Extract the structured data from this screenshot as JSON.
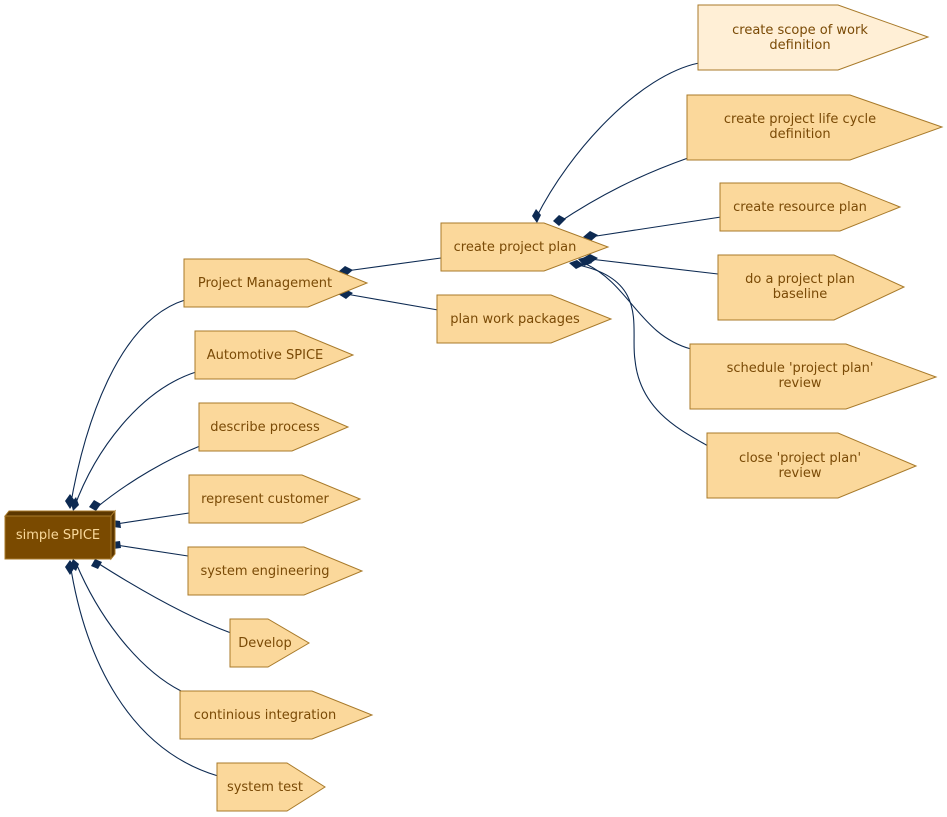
{
  "diagram": {
    "root": {
      "label": "simple SPICE",
      "fill": "#7a4a00",
      "text_color": "#f9d89a"
    },
    "node_fill": "#fbd89b",
    "highlight_fill": "#ffefd6",
    "node_stroke": "#a87a2a",
    "text_color": "#7a4a06",
    "edge_color": "#0d2a52",
    "nodes": {
      "project_management": "Project Management",
      "automotive_spice": "Automotive SPICE",
      "describe_process": "describe process",
      "represent_customer": "represent customer",
      "system_engineering": "system engineering",
      "develop": "Develop",
      "continious_integration": "continious integration",
      "system_test": "system test",
      "create_project_plan": "create project plan",
      "plan_work_packages": "plan work packages",
      "create_scope": [
        "create scope of work",
        "definition"
      ],
      "create_life_cycle": [
        "create project life cycle",
        "definition"
      ],
      "create_resource_plan": "create resource plan",
      "baseline": [
        "do a project plan",
        "baseline"
      ],
      "schedule_review": [
        "schedule 'project plan'",
        "review"
      ],
      "close_review": [
        "close 'project plan'",
        "review"
      ]
    }
  }
}
